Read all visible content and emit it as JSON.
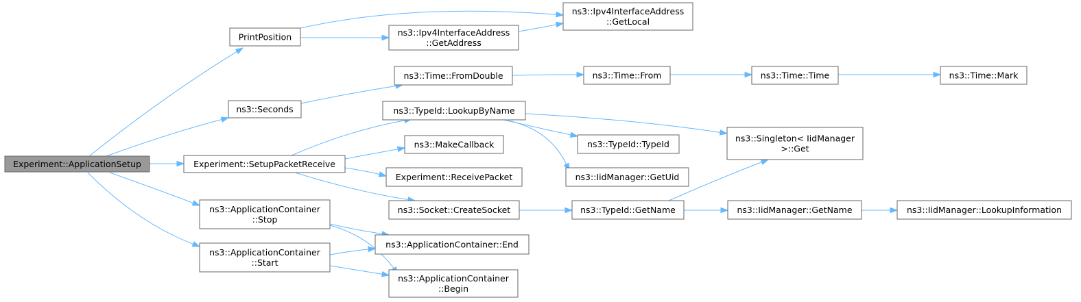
{
  "colors": {
    "edge": "#63b8ff",
    "node_border": "#666666",
    "node_fill": "#ffffff",
    "root_fill": "#999999"
  },
  "nodes": [
    {
      "id": "root",
      "lines": [
        "Experiment::ApplicationSetup"
      ],
      "root": true
    },
    {
      "id": "printposition",
      "lines": [
        "PrintPosition"
      ]
    },
    {
      "id": "seconds",
      "lines": [
        "ns3::Seconds"
      ]
    },
    {
      "id": "setuppacketreceive",
      "lines": [
        "Experiment::SetupPacketReceive"
      ]
    },
    {
      "id": "appstop",
      "lines": [
        "ns3::ApplicationContainer",
        "::Stop"
      ]
    },
    {
      "id": "appstart",
      "lines": [
        "ns3::ApplicationContainer",
        "::Start"
      ]
    },
    {
      "id": "getlocal",
      "lines": [
        "ns3::Ipv4InterfaceAddress",
        "::GetLocal"
      ]
    },
    {
      "id": "getaddress",
      "lines": [
        "ns3::Ipv4InterfaceAddress",
        "::GetAddress"
      ]
    },
    {
      "id": "fromdouble",
      "lines": [
        "ns3::Time::FromDouble"
      ]
    },
    {
      "id": "timefrom",
      "lines": [
        "ns3::Time::From"
      ]
    },
    {
      "id": "timetime",
      "lines": [
        "ns3::Time::Time"
      ]
    },
    {
      "id": "timemark",
      "lines": [
        "ns3::Time::Mark"
      ]
    },
    {
      "id": "lookupbyname",
      "lines": [
        "ns3::TypeId::LookupByName"
      ]
    },
    {
      "id": "makecallback",
      "lines": [
        "ns3::MakeCallback"
      ]
    },
    {
      "id": "receivepacket",
      "lines": [
        "Experiment::ReceivePacket"
      ]
    },
    {
      "id": "createsocket",
      "lines": [
        "ns3::Socket::CreateSocket"
      ]
    },
    {
      "id": "typeidtypeid",
      "lines": [
        "ns3::TypeId::TypeId"
      ]
    },
    {
      "id": "getuid",
      "lines": [
        "ns3::IidManager::GetUid"
      ]
    },
    {
      "id": "singletonget",
      "lines": [
        "ns3::Singleton< IidManager",
        ">::Get"
      ]
    },
    {
      "id": "typeidgetname",
      "lines": [
        "ns3::TypeId::GetName"
      ]
    },
    {
      "id": "iidgetname",
      "lines": [
        "ns3::IidManager::GetName"
      ]
    },
    {
      "id": "lookupinformation",
      "lines": [
        "ns3::IidManager::LookupInformation"
      ]
    },
    {
      "id": "append",
      "lines": [
        "ns3::ApplicationContainer::End"
      ]
    },
    {
      "id": "appbegin",
      "lines": [
        "ns3::ApplicationContainer",
        "::Begin"
      ]
    }
  ],
  "edges": [
    {
      "from": "root",
      "to": "printposition"
    },
    {
      "from": "root",
      "to": "seconds"
    },
    {
      "from": "root",
      "to": "setuppacketreceive"
    },
    {
      "from": "root",
      "to": "appstop"
    },
    {
      "from": "root",
      "to": "appstart"
    },
    {
      "from": "printposition",
      "to": "getlocal"
    },
    {
      "from": "printposition",
      "to": "getaddress"
    },
    {
      "from": "getaddress",
      "to": "getlocal"
    },
    {
      "from": "seconds",
      "to": "fromdouble"
    },
    {
      "from": "fromdouble",
      "to": "timefrom"
    },
    {
      "from": "timefrom",
      "to": "timetime"
    },
    {
      "from": "timetime",
      "to": "timemark"
    },
    {
      "from": "setuppacketreceive",
      "to": "lookupbyname"
    },
    {
      "from": "setuppacketreceive",
      "to": "makecallback"
    },
    {
      "from": "setuppacketreceive",
      "to": "receivepacket"
    },
    {
      "from": "setuppacketreceive",
      "to": "createsocket"
    },
    {
      "from": "lookupbyname",
      "to": "singletonget"
    },
    {
      "from": "lookupbyname",
      "to": "typeidtypeid"
    },
    {
      "from": "lookupbyname",
      "to": "getuid"
    },
    {
      "from": "createsocket",
      "to": "typeidgetname"
    },
    {
      "from": "typeidgetname",
      "to": "singletonget"
    },
    {
      "from": "typeidgetname",
      "to": "iidgetname"
    },
    {
      "from": "iidgetname",
      "to": "lookupinformation"
    },
    {
      "from": "appstop",
      "to": "append"
    },
    {
      "from": "appstop",
      "to": "appbegin"
    },
    {
      "from": "appstart",
      "to": "append"
    },
    {
      "from": "appstart",
      "to": "appbegin"
    }
  ]
}
